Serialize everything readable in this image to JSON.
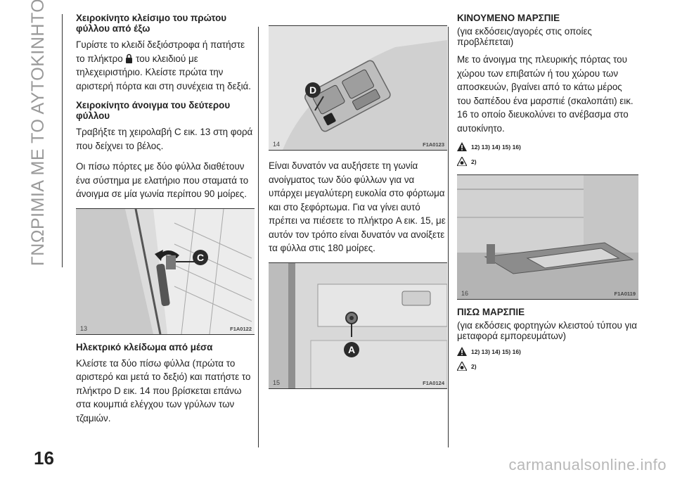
{
  "side_title": "ΓΝΩΡΙΜΙΑ ΜΕ ΤΟ ΑΥΤΟΚΙΝΗΤΟ",
  "page_number": "16",
  "watermark": "carmanualsonline.info",
  "col1": {
    "h1": "Χειροκίνητο κλείσιμο του πρώτου φύλλου από έξω",
    "p1_a": "Γυρίστε το κλειδί δεξιόστροφα ή πατήστε το πλήκτρο",
    "p1_b": "του κλειδιού με τηλεχειριστήριο. Κλείστε πρώτα την αριστερή πόρτα και στη συνέχεια τη δεξιά.",
    "h2": "Χειροκίνητο άνοιγμα του δεύτερου φύλλου",
    "p2": "Τραβήξτε τη χειρολαβή C εικ. 13 στη φορά που δείχνει το βέλος.",
    "p3": "Οι πίσω πόρτες με δύο φύλλα διαθέτουν ένα σύστημα με ελατήριο που σταματά το άνοιγμα σε μία γωνία περίπου 90 μοίρες.",
    "fig": {
      "num": "13",
      "code": "F1A0122",
      "letter": "C"
    },
    "h3": "Ηλεκτρικό κλείδωμα από μέσα",
    "p4": "Κλείστε τα δύο πίσω φύλλα (πρώτα το αριστερό και μετά το δεξιό) και πατήστε το πλήκτρο D εικ. 14 που βρίσκεται επάνω στα κουμπιά ελέγχου των γρύλων των τζαμιών."
  },
  "col2": {
    "fig14": {
      "num": "14",
      "code": "F1A0123",
      "letter": "D"
    },
    "p1": "Είναι δυνατόν να αυξήσετε τη γωνία ανοίγματος των δύο φύλλων για να υπάρχει μεγαλύτερη ευκολία στο φόρτωμα και στο ξεφόρτωμα. Για να γίνει αυτό πρέπει να πιέσετε το πλήκτρο A εικ. 15, με αυτόν τον τρόπο είναι δυνατόν να ανοίξετε τα φύλλα στις 180 μοίρες.",
    "fig15": {
      "num": "15",
      "code": "F1A0124",
      "letter": "A"
    }
  },
  "col3": {
    "h1": "ΚΙΝΟΥΜΕΝΟ ΜΑΡΣΠΙΕ",
    "sub1": "(για εκδόσεις/αγορές στις οποίες προβλέπεται)",
    "p1": "Με το άνοιγμα της πλευρικής πόρτας του χώρου των επιβατών ή του χώρου των αποσκευών, βγαίνει από το κάτω μέρος του δαπέδου ένα μαρσπιέ (σκαλοπάτι) εικ. 16 το οποίο διευκολύνει το ανέβασμα στο αυτοκίνητο.",
    "warn1": "12) 13) 14) 15) 16)",
    "warn2": "2)",
    "fig16": {
      "num": "16",
      "code": "F1A0119"
    },
    "h2": "ΠΙΣΩ ΜΑΡΣΠΙΕ",
    "sub2": "(για εκδόσεις φορτηγών κλειστού τύπου για μεταφορά εμπορευμάτων)",
    "warn3": "12) 13) 14) 15) 16)",
    "warn4": "2)"
  },
  "colors": {
    "badge": "#2b2b2b",
    "rule": "#333333",
    "side_title": "#9a9a9a"
  }
}
